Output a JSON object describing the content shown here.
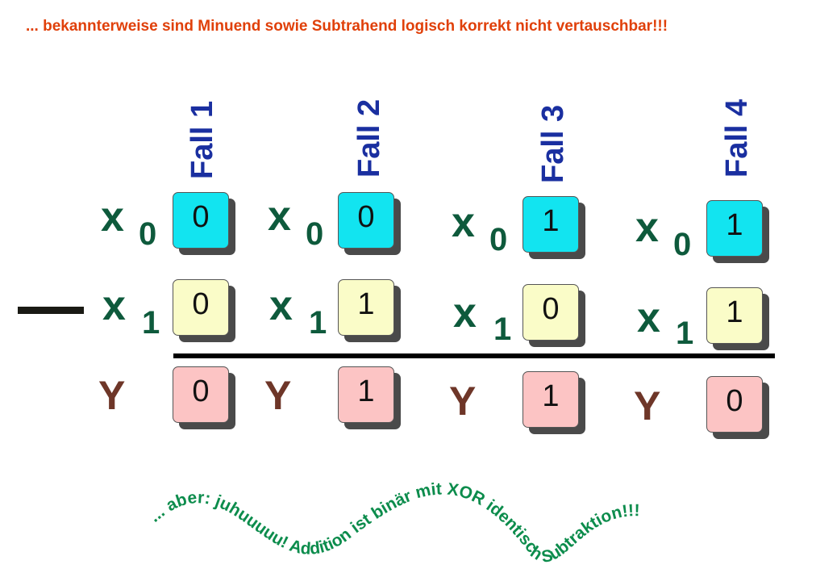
{
  "headline": "... bekannterweise sind Minuend sowie Subtrahend logisch korrekt nicht vertauschbar!!!",
  "labels": {
    "x": "x",
    "sub0": "0",
    "sub1": "1",
    "y": "Y",
    "minus": "—"
  },
  "cases": [
    {
      "title": "Fall 1",
      "x0": "0",
      "x1": "0",
      "y": "0"
    },
    {
      "title": "Fall 2",
      "x0": "0",
      "x1": "1",
      "y": "1"
    },
    {
      "title": "Fall 3",
      "x0": "1",
      "x1": "0",
      "y": "1"
    },
    {
      "title": "Fall 4",
      "x0": "1",
      "x1": "1",
      "y": "0"
    }
  ],
  "wave_text": "... aber: juhuuuuu! Addition ist binär mit XOR identisch Subtraktion!!!",
  "colors": {
    "headline": "#e0400a",
    "fall": "#1a2fa0",
    "variable": "#0e5a3c",
    "y_variable": "#6e3628",
    "x0_box": "#12e4f0",
    "x1_box": "#fafcc8",
    "y_box": "#fcc4c4",
    "wave_text": "#0c8c4c"
  }
}
